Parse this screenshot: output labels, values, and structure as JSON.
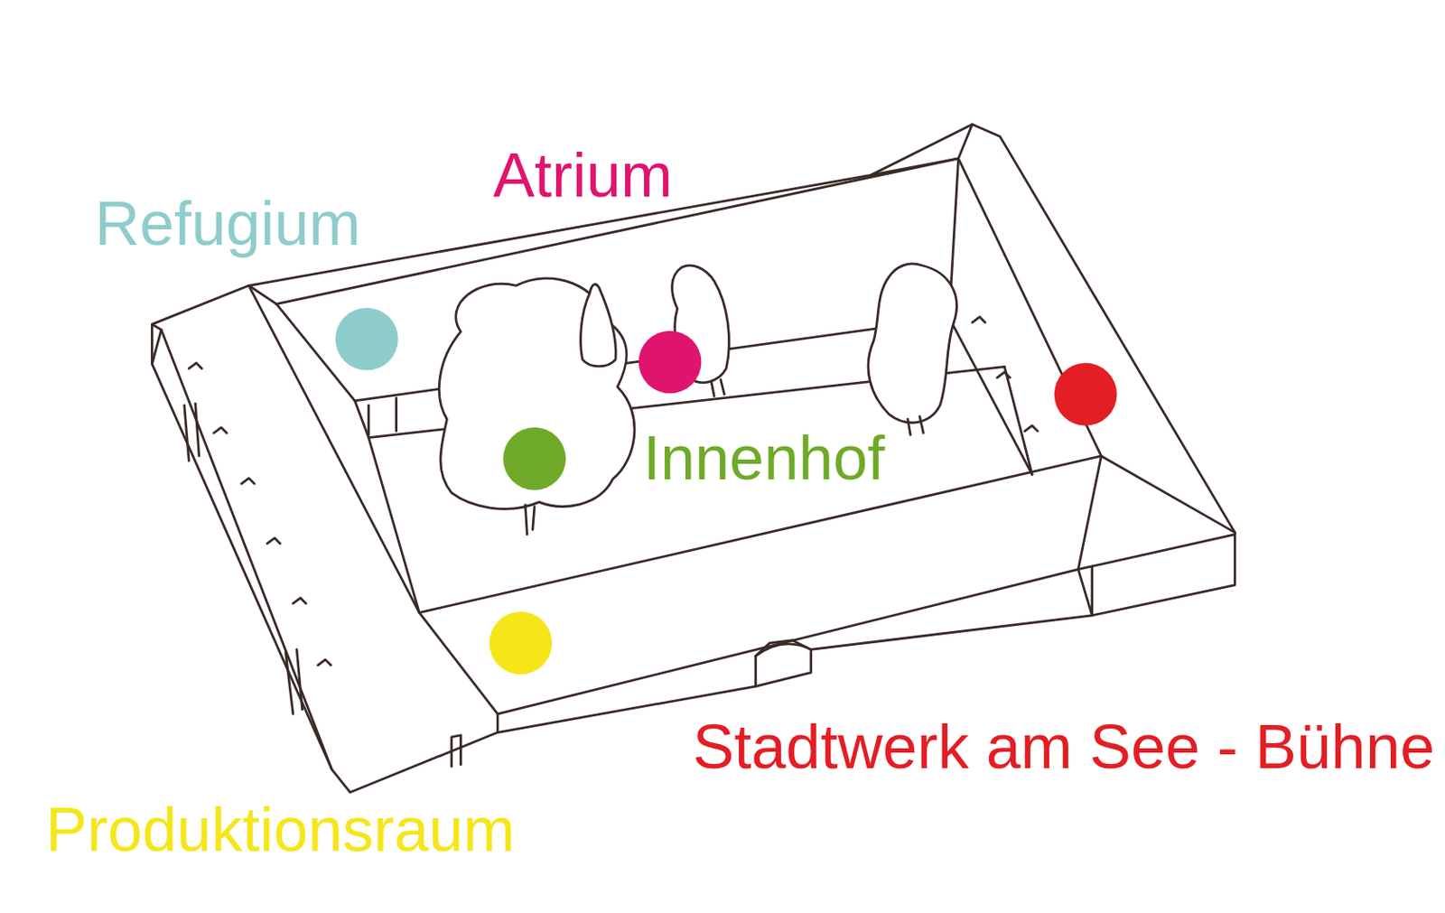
{
  "diagram": {
    "labels": [
      "Atrium",
      "Refugium",
      "Innenhof",
      "Stadtwerk am See - Bühne",
      "Produktionsraum"
    ]
  }
}
